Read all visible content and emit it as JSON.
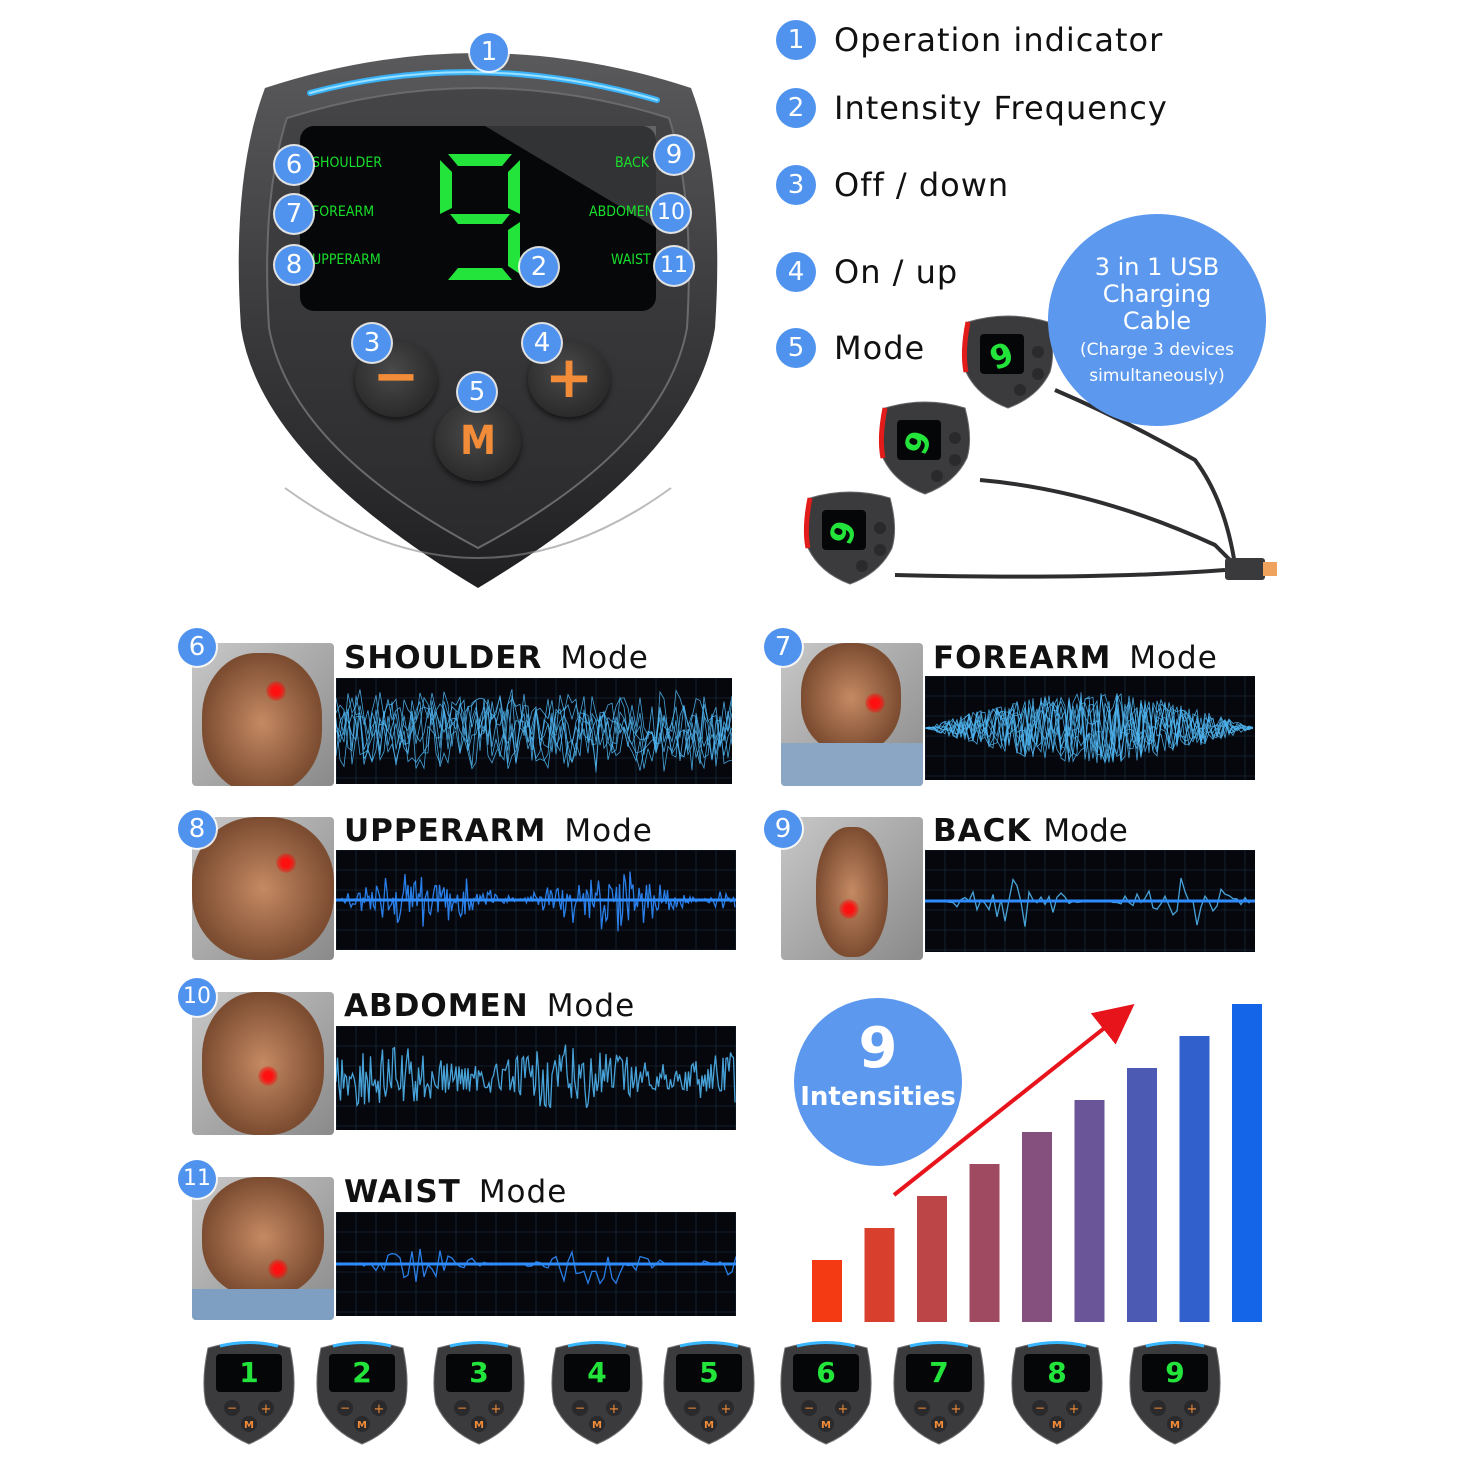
{
  "device": {
    "display_digit": "9",
    "lcd_labels_left": [
      "SHOULDER",
      "FOREARM",
      "UPPERARM"
    ],
    "lcd_labels_right": [
      "BACK",
      "ABDOMEN",
      "WAIST"
    ],
    "buttons": {
      "down": "−",
      "up": "+",
      "mode": "M"
    },
    "callouts": [
      "1",
      "2",
      "3",
      "4",
      "5",
      "6",
      "7",
      "8",
      "9",
      "10",
      "11"
    ]
  },
  "legend": [
    {
      "num": "1",
      "label": "Operation indicator"
    },
    {
      "num": "2",
      "label": "Intensity Frequency"
    },
    {
      "num": "3",
      "label": "Off / down"
    },
    {
      "num": "4",
      "label": "On / up"
    },
    {
      "num": "5",
      "label": "Mode"
    }
  ],
  "usb": {
    "line1": "3 in 1 USB",
    "line2": "Charging",
    "line3": "Cable",
    "line4": "(Charge 3 devices",
    "line5": "simultaneously)"
  },
  "modes": [
    {
      "num": "6",
      "name": "SHOULDER",
      "suffix": "Mode"
    },
    {
      "num": "7",
      "name": "FOREARM",
      "suffix": "Mode"
    },
    {
      "num": "8",
      "name": "UPPERARM",
      "suffix": "Mode"
    },
    {
      "num": "9",
      "name": "BACK",
      "suffix": "Mode"
    },
    {
      "num": "10",
      "name": "ABDOMEN",
      "suffix": "Mode"
    },
    {
      "num": "11",
      "name": "WAIST",
      "suffix": "Mode"
    }
  ],
  "intensity": {
    "count": "9",
    "label": "Intensities",
    "levels": [
      1,
      2,
      3,
      4,
      5,
      6,
      7,
      8,
      9
    ]
  },
  "mini_devices": [
    "1",
    "2",
    "3",
    "4",
    "5",
    "6",
    "7",
    "8",
    "9"
  ],
  "colors": {
    "badge": "#4f93ee",
    "lcd_green": "#19e02c",
    "button_orange": "#f28c38",
    "indicator_blue": "#38b6ff",
    "bar_start": "#f43a12",
    "bar_end": "#1565e8"
  }
}
